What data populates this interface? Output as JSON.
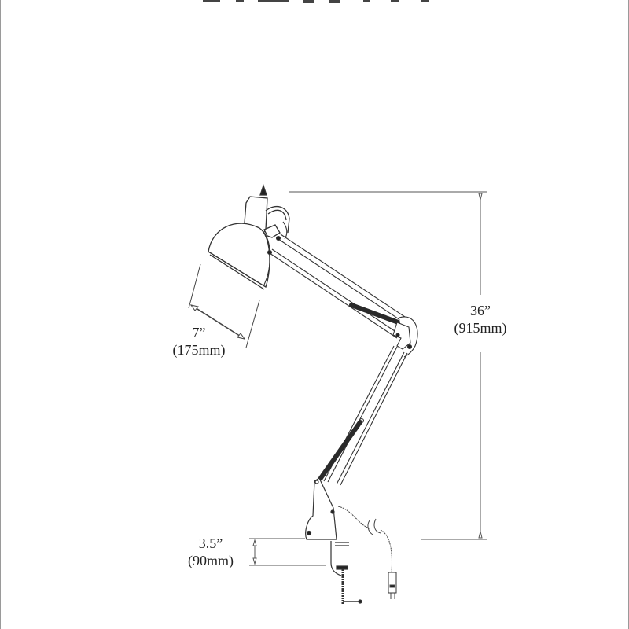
{
  "diagram": {
    "type": "product-dimension-drawing",
    "subject": "swing-arm clamp desk lamp",
    "dimensions": {
      "shade_diameter": {
        "imperial": "7”",
        "metric": "(175mm)"
      },
      "overall_height": {
        "imperial": "36”",
        "metric": "(915mm)"
      },
      "clamp_opening": {
        "imperial": "3.5”",
        "metric": "(90mm)"
      }
    },
    "colors": {
      "line": "#333333",
      "dimension_line": "#555555",
      "spring": "#2a2a2a",
      "background": "#ffffff"
    }
  }
}
